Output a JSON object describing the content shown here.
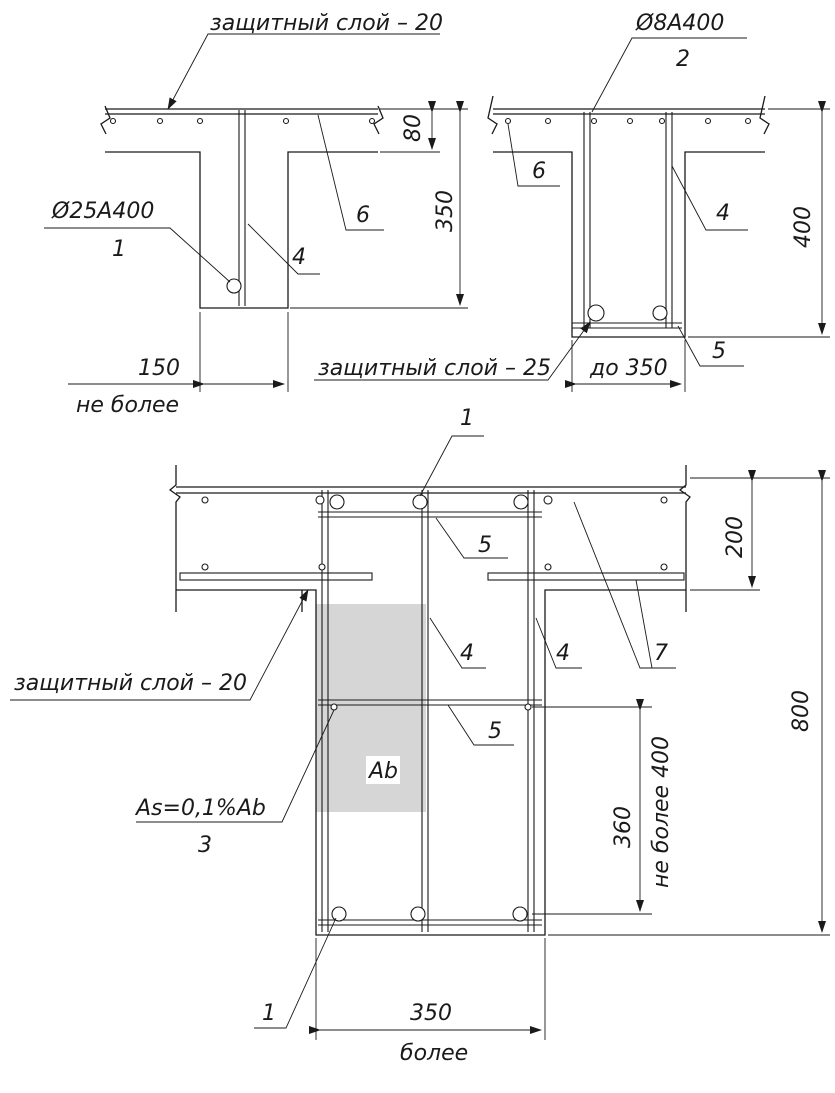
{
  "colors": {
    "line": "#1a1a1a",
    "area_fill": "#d6d6d6",
    "background": "#ffffff"
  },
  "section_a": {
    "cover_top": "защитный слой – 20",
    "rebar_main": "Ø25А400",
    "pos_main": "1",
    "pos_stirrup": "4",
    "pos_mesh": "6",
    "dim_slab": "80",
    "dim_height": "350",
    "dim_width": "150",
    "dim_width_note": "не более"
  },
  "section_b": {
    "rebar_top": "Ø8А400",
    "pos_top": "2",
    "pos_mesh": "6",
    "pos_stirrup": "4",
    "pos_bottom": "5",
    "dim_height": "400",
    "cover_bottom": "защитный слой – 25",
    "dim_width": "до 350"
  },
  "section_c": {
    "pos_top_bar": "1",
    "pos_tie_top": "5",
    "pos_stirrup_left": "4",
    "pos_stirrup_right": "4",
    "pos_tie_mid": "5",
    "pos_flange": "7",
    "cover_side": "защитный слой – 20",
    "area_label": "Ab",
    "side_rebar": "As=0,1%Ab",
    "pos_side": "3",
    "pos_bottom_bar": "1",
    "dim_slab": "200",
    "dim_height": "800",
    "dim_spacing": "360",
    "dim_spacing_note": "не более 400",
    "dim_width": "350",
    "dim_width_note": "более"
  }
}
